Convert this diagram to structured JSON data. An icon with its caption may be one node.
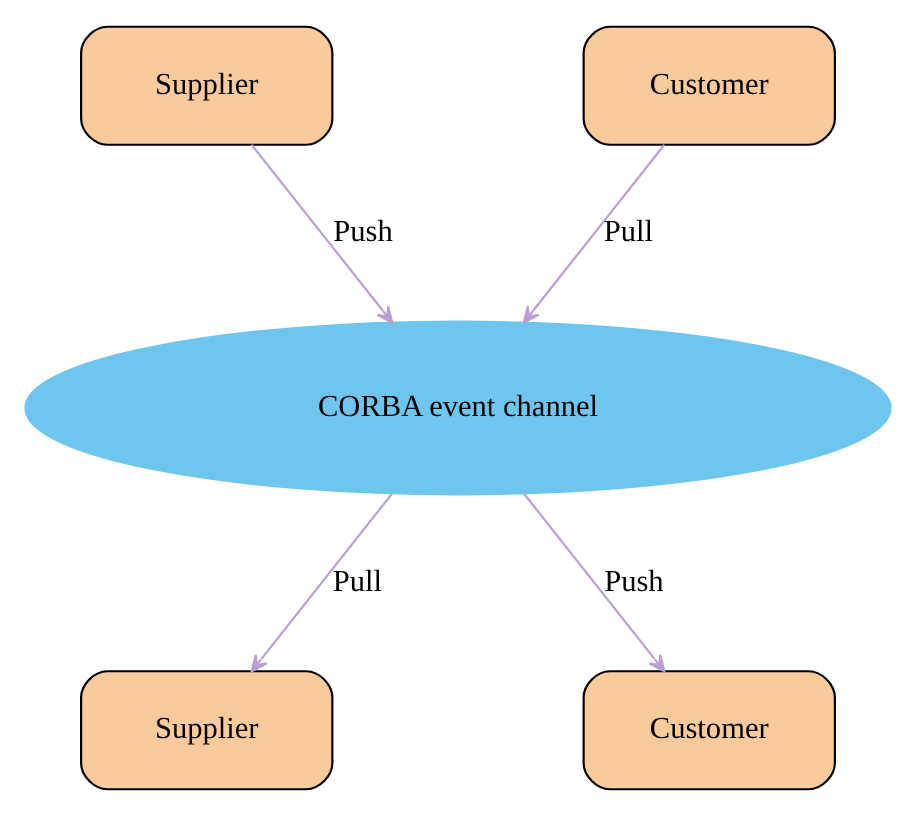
{
  "diagram": {
    "nodes": [
      {
        "text": [
          "Supplier"
        ]
      },
      {
        "text": [
          "Customer"
        ]
      },
      {
        "text": [
          "CORBA event channel"
        ]
      },
      {
        "text": [
          "Supplier"
        ]
      },
      {
        "text": [
          "Customer"
        ]
      }
    ],
    "edges": [
      {
        "from": 0,
        "to": 2,
        "arrow": "to",
        "label": "Push"
      },
      {
        "from": 1,
        "to": 2,
        "arrow": "to",
        "label": "Pull"
      },
      {
        "from": 2,
        "to": 3,
        "arrow": "to",
        "label": "Pull"
      },
      {
        "from": 2,
        "to": 4,
        "arrow": "to",
        "label": "Push"
      }
    ]
  }
}
